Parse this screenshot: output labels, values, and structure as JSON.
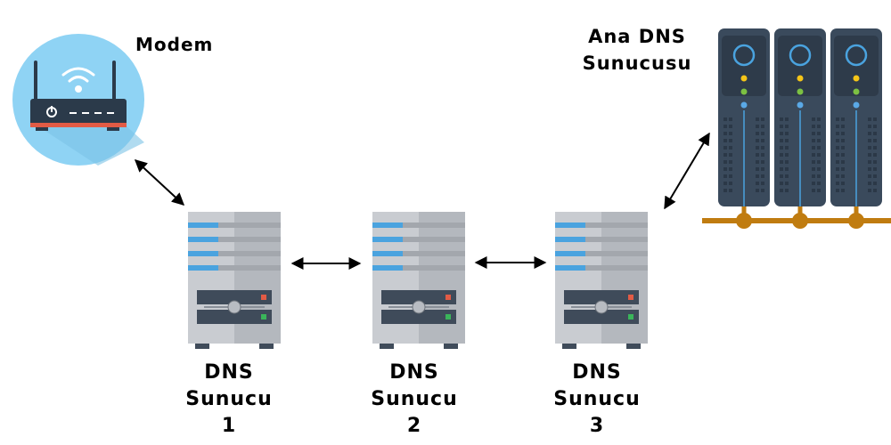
{
  "modem": {
    "label": "Modem",
    "icon": "wifi-router-icon"
  },
  "main_dns": {
    "label_line1": "Ana DNS",
    "label_line2": "Sunucusu",
    "icon": "server-rack-icon"
  },
  "servers": [
    {
      "line1": "DNS",
      "line2": "Sunucu",
      "line3": "1"
    },
    {
      "line1": "DNS",
      "line2": "Sunucu",
      "line3": "2"
    },
    {
      "line1": "DNS",
      "line2": "Sunucu",
      "line3": "3"
    }
  ],
  "colors": {
    "modem_circle": "#8fd3f4",
    "router_body": "#2b3a4a",
    "router_accent": "#e25b45",
    "server_light": "#c9ccd1",
    "server_dark": "#a9adb3",
    "server_stripe": "#4aa3df",
    "rack_body": "#3a4a5c",
    "rack_cable": "#c07c10",
    "led_yellow": "#f5c518",
    "led_green": "#7cc142",
    "led_blue": "#5aa9e6"
  },
  "connections": [
    {
      "from": "modem",
      "to": "dns-server-1",
      "direction": "bidirectional"
    },
    {
      "from": "dns-server-1",
      "to": "dns-server-2",
      "direction": "bidirectional"
    },
    {
      "from": "dns-server-2",
      "to": "dns-server-3",
      "direction": "bidirectional"
    },
    {
      "from": "dns-server-3",
      "to": "main-dns-server",
      "direction": "bidirectional"
    }
  ]
}
